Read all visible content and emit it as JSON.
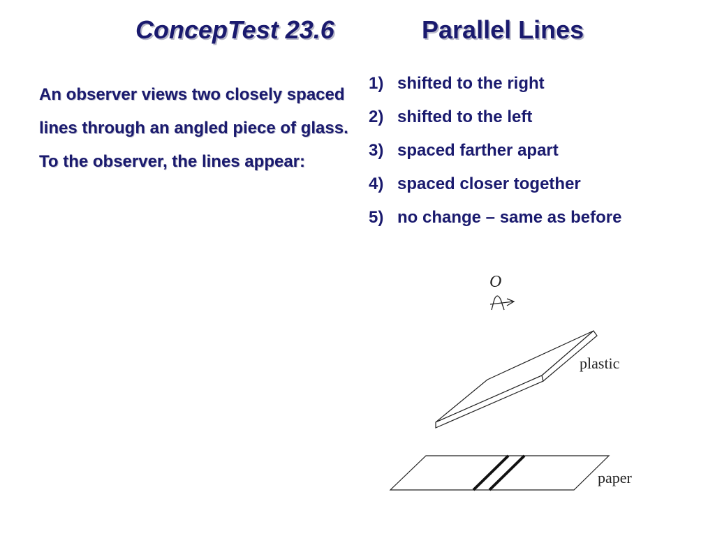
{
  "title": {
    "left": "ConcepTest 23.6",
    "right": "Parallel Lines"
  },
  "question": "An observer views two closely spaced lines through an angled piece of glass.  To the observer, the lines appear:",
  "answers": [
    {
      "num": "1)",
      "text": "shifted to the right"
    },
    {
      "num": "2)",
      "text": "shifted to the left"
    },
    {
      "num": "3)",
      "text": "spaced farther apart"
    },
    {
      "num": "4)",
      "text": "spaced closer together"
    },
    {
      "num": "5)",
      "text": "no change – same as before"
    }
  ],
  "diagram": {
    "observer_label": "O",
    "plastic_label": "plastic",
    "paper_label": "paper"
  },
  "colors": {
    "text": "#1a1a6e",
    "shadow": "#b8b8c8"
  }
}
